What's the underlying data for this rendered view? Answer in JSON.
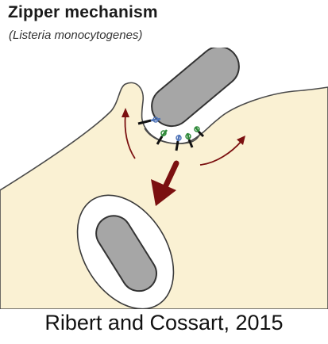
{
  "title": "Zipper mechanism",
  "subtitle": "(Listeria monocytogenes)",
  "caption": "Ribert and Cossart, 2015",
  "colors": {
    "cell": "#faf1d3",
    "cell_outline": "#4a4a4a",
    "bacterium_fill": "#a6a6a6",
    "bacterium_outline": "#333333",
    "arrow": "#7b1010",
    "receptor_blue": "#4f74b8",
    "receptor_green": "#2f8a3a",
    "receptor_black": "#111111"
  }
}
